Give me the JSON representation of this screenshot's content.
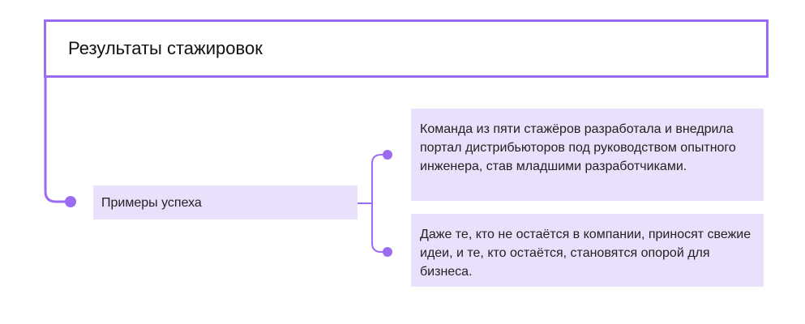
{
  "title": "Результаты стажировок",
  "center_node": {
    "label": "Примеры успеха"
  },
  "branches": [
    {
      "text": "Команда из пяти стажёров разработала и внедрила портал дистрибьюторов под руководством опытного инженера, став младшими разработчиками."
    },
    {
      "text": "Даже те, кто не остаётся в компании, приносят свежие идеи, и те, кто остаётся, становятся опорой для бизнеса."
    }
  ],
  "colors": {
    "accent": "#9b6cf2",
    "node_fill": "#e9e1fb",
    "text": "#222222"
  }
}
